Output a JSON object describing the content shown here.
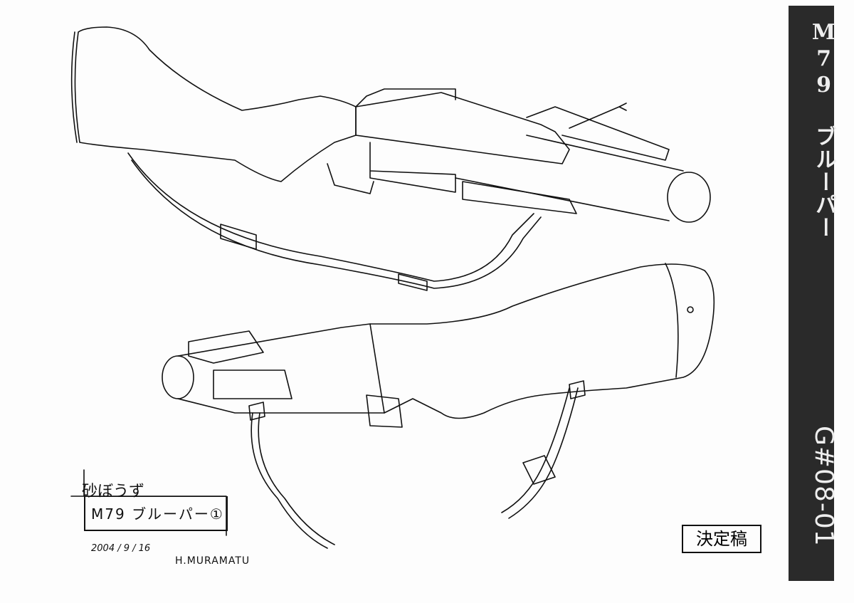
{
  "sidebar": {
    "title": "M79 ブルーパー",
    "code": "G#08-01"
  },
  "label_block": {
    "studio": "砂ぼうず",
    "item": "M79 ブルーパー①",
    "date": "2004 / 9 / 16",
    "artist": "H.MURAMATU"
  },
  "stamp": "決定稿",
  "drawings": [
    "m79-grenade-launcher-side-view",
    "m79-grenade-launcher-reverse-view"
  ]
}
